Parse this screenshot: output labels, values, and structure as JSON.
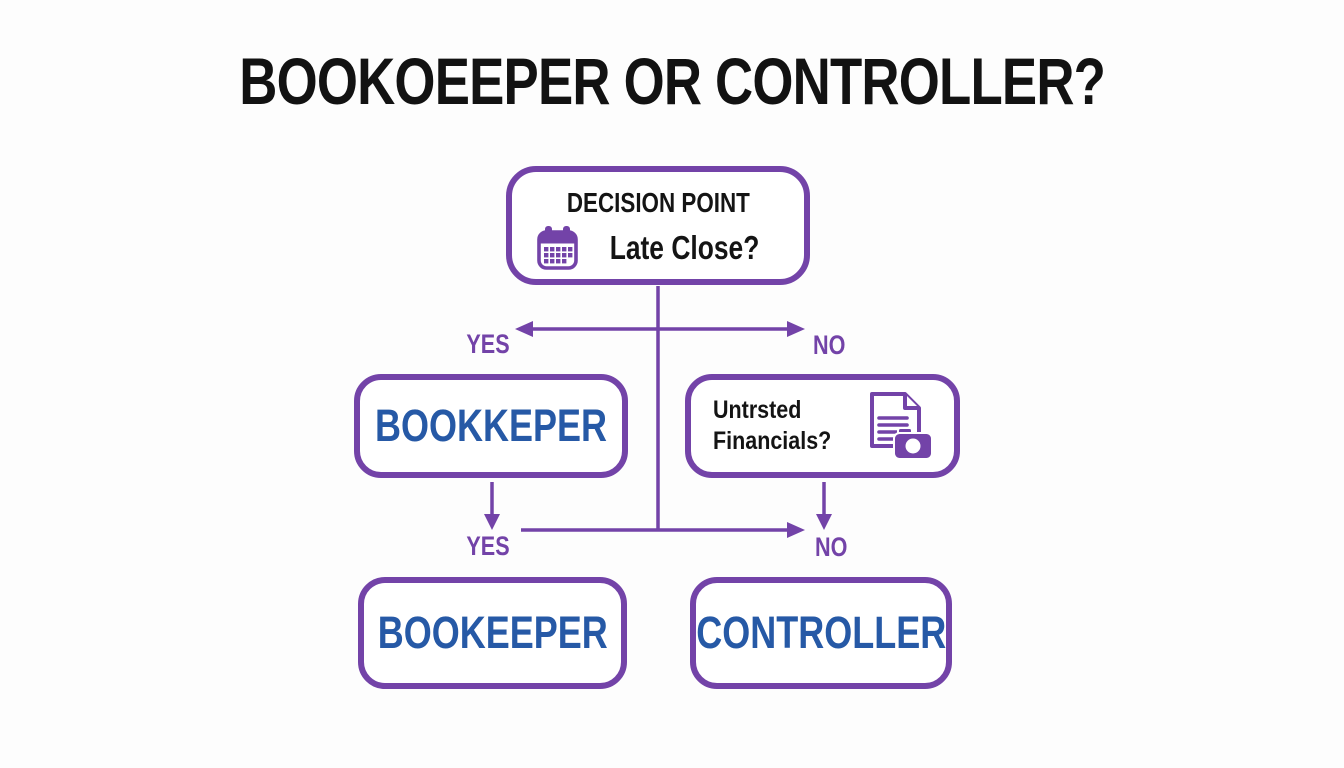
{
  "title": "BOOKOEEPER OR CONTROLLER?",
  "colors": {
    "accent_purple": "#7343a8",
    "result_blue": "#2659a6",
    "text_dark": "#141414",
    "background": "#fdfdfd"
  },
  "flowchart": {
    "decision": {
      "heading": "DECISION POINT",
      "question": "Late Close?",
      "icon": "calendar-icon"
    },
    "branch1": {
      "yes_label": "YES",
      "no_label": "NO"
    },
    "yes_box": {
      "label": "BOOKKEPER"
    },
    "no_box": {
      "question_line1": "Untrsted",
      "question_line2": "Financials?",
      "icon": "document-camera-icon"
    },
    "branch2": {
      "yes_label": "YES",
      "no_label": "NO"
    },
    "final_yes_box": {
      "label": "BOOKEEPER"
    },
    "final_no_box": {
      "label": "CONTROLLER"
    }
  }
}
